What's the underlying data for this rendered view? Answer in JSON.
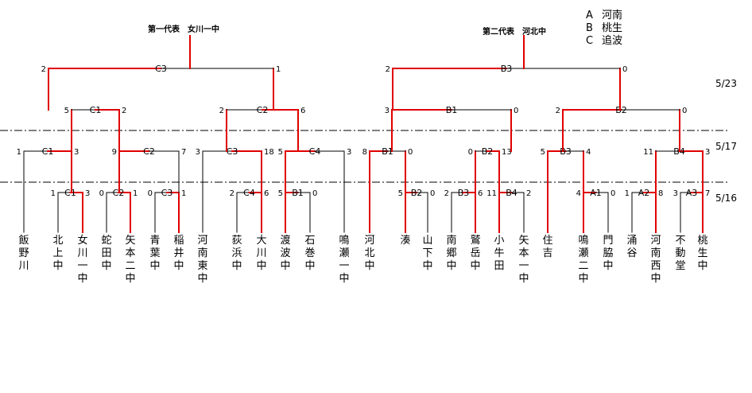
{
  "titles": {
    "left": "第一代表　女川一中",
    "right": "第二代表　河北中"
  },
  "legend": [
    {
      "key": "A",
      "name": "河南"
    },
    {
      "key": "B",
      "name": "桃生"
    },
    {
      "key": "C",
      "name": "追波"
    }
  ],
  "dates": [
    "5/23",
    "5/17",
    "5/16"
  ],
  "teams": [
    "飯野川",
    "北上中",
    "女川一中",
    "蛇田中",
    "矢本二中",
    "青葉中",
    "稲井中",
    "河南東中",
    "荻浜中",
    "大川中",
    "渡波中",
    "石巻中",
    "鳴瀬一中",
    "河北中",
    "湊",
    "山下中",
    "南郷中",
    "鷲岳中",
    "小牛田",
    "矢本一中",
    "住吉",
    "鳴瀬二中",
    "門脇中",
    "涌谷",
    "河南西中",
    "不動堂",
    "桃生中"
  ],
  "r1": [
    {
      "label": "C1",
      "left": "1",
      "right": "3"
    },
    {
      "label": "C2",
      "left": "0",
      "right": "1"
    },
    {
      "label": "C3",
      "left": "0",
      "right": "1"
    },
    {
      "label": "C4",
      "left": "2",
      "right": "6"
    },
    {
      "label": "B1",
      "left": "5",
      "right": "0"
    },
    {
      "label": "B2",
      "left": "5",
      "right": "0"
    },
    {
      "label": "B3",
      "left": "2",
      "right": "6"
    },
    {
      "label": "B4",
      "left": "11",
      "right": "2"
    },
    {
      "label": "A1",
      "left": "4",
      "right": "0"
    },
    {
      "label": "A2",
      "left": "1",
      "right": "8"
    },
    {
      "label": "A3",
      "left": "3",
      "right": "7"
    }
  ],
  "r2": [
    {
      "label": "C1",
      "left": "1",
      "right": "3"
    },
    {
      "label": "C2",
      "left": "9",
      "right": "7"
    },
    {
      "label": "C3",
      "left": "3",
      "right": "18"
    },
    {
      "label": "C4",
      "left": "5",
      "right": "3"
    },
    {
      "label": "B1",
      "left": "8",
      "right": "0"
    },
    {
      "label": "B2",
      "left": "0",
      "right": "13"
    },
    {
      "label": "B3",
      "left": "5",
      "right": "4"
    },
    {
      "label": "B4",
      "left": "11",
      "right": "3"
    }
  ],
  "r3": [
    {
      "label": "C1",
      "left": "5",
      "right": "2"
    },
    {
      "label": "C2",
      "left": "2",
      "right": "6"
    },
    {
      "label": "B1",
      "left": "3",
      "right": "0"
    },
    {
      "label": "B2",
      "left": "2",
      "right": "0"
    }
  ],
  "r4": [
    {
      "label": "C3",
      "left": "2",
      "right": "1"
    },
    {
      "label": "B3",
      "left": "2",
      "right": "0"
    }
  ]
}
